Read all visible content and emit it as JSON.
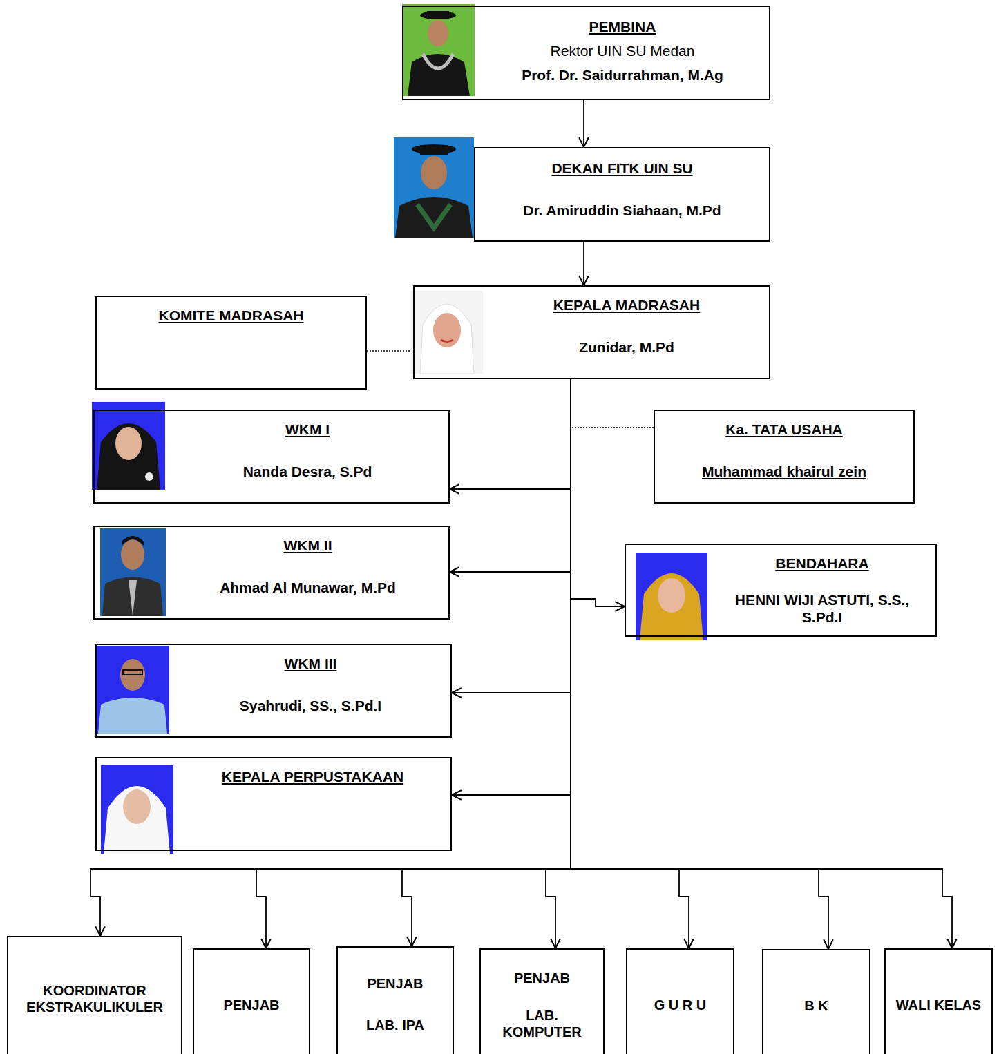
{
  "diagram": {
    "nodes": [
      {
        "text": [
          "PEMBINA",
          "Rektor UIN SU Medan",
          "Prof. Dr. Saidurrahman, M.Ag"
        ]
      },
      {
        "text": [
          "DEKAN FITK UIN SU",
          "Dr. Amiruddin Siahaan, M.Pd"
        ]
      },
      {
        "text": [
          "KOMITE MADRASAH"
        ]
      },
      {
        "text": [
          "KEPALA MADRASAH",
          "Zunidar, M.Pd"
        ]
      },
      {
        "text": [
          "WKM I",
          "Nanda Desra, S.Pd"
        ]
      },
      {
        "text": [
          "Ka. TATA USAHA",
          "Muhammad khairul zein"
        ]
      },
      {
        "text": [
          "WKM II",
          "Ahmad Al Munawar, M.Pd"
        ]
      },
      {
        "text": [
          "BENDAHARA",
          "HENNI WIJI ASTUTI, S.S., S.Pd.I"
        ]
      },
      {
        "text": [
          "WKM III",
          "Syahrudi, SS., S.Pd.I"
        ]
      },
      {
        "text": [
          "KEPALA PERPUSTAKAAN"
        ]
      },
      {
        "text": [
          "KOORDINATOR EKSTRAKULIKULER"
        ]
      },
      {
        "text": [
          "PENJAB"
        ]
      },
      {
        "text": [
          "PENJAB",
          "LAB. IPA"
        ]
      },
      {
        "text": [
          "PENJAB",
          "LAB. KOMPUTER"
        ]
      },
      {
        "text": [
          "G U R U"
        ]
      },
      {
        "text": [
          "B K"
        ]
      },
      {
        "text": [
          "WALI KELAS"
        ]
      }
    ],
    "edges": [
      {
        "from": 0,
        "to": 1,
        "arrow": "to"
      },
      {
        "from": 1,
        "to": 3,
        "arrow": "to"
      },
      {
        "from": 2,
        "to": 3,
        "arrow": "none"
      },
      {
        "from": 3,
        "to": 4,
        "arrow": "to"
      },
      {
        "from": 3,
        "to": 5,
        "arrow": "none"
      },
      {
        "from": 3,
        "to": 6,
        "arrow": "to"
      },
      {
        "from": 3,
        "to": 7,
        "arrow": "to"
      },
      {
        "from": 3,
        "to": 8,
        "arrow": "to"
      },
      {
        "from": 3,
        "to": 9,
        "arrow": "to"
      },
      {
        "from": 3,
        "to": 10,
        "arrow": "to"
      },
      {
        "from": 3,
        "to": 11,
        "arrow": "to"
      },
      {
        "from": 3,
        "to": 12,
        "arrow": "to"
      },
      {
        "from": 3,
        "to": 13,
        "arrow": "to"
      },
      {
        "from": 3,
        "to": 14,
        "arrow": "to"
      },
      {
        "from": 3,
        "to": 15,
        "arrow": "to"
      },
      {
        "from": 3,
        "to": 16,
        "arrow": "to"
      }
    ]
  }
}
